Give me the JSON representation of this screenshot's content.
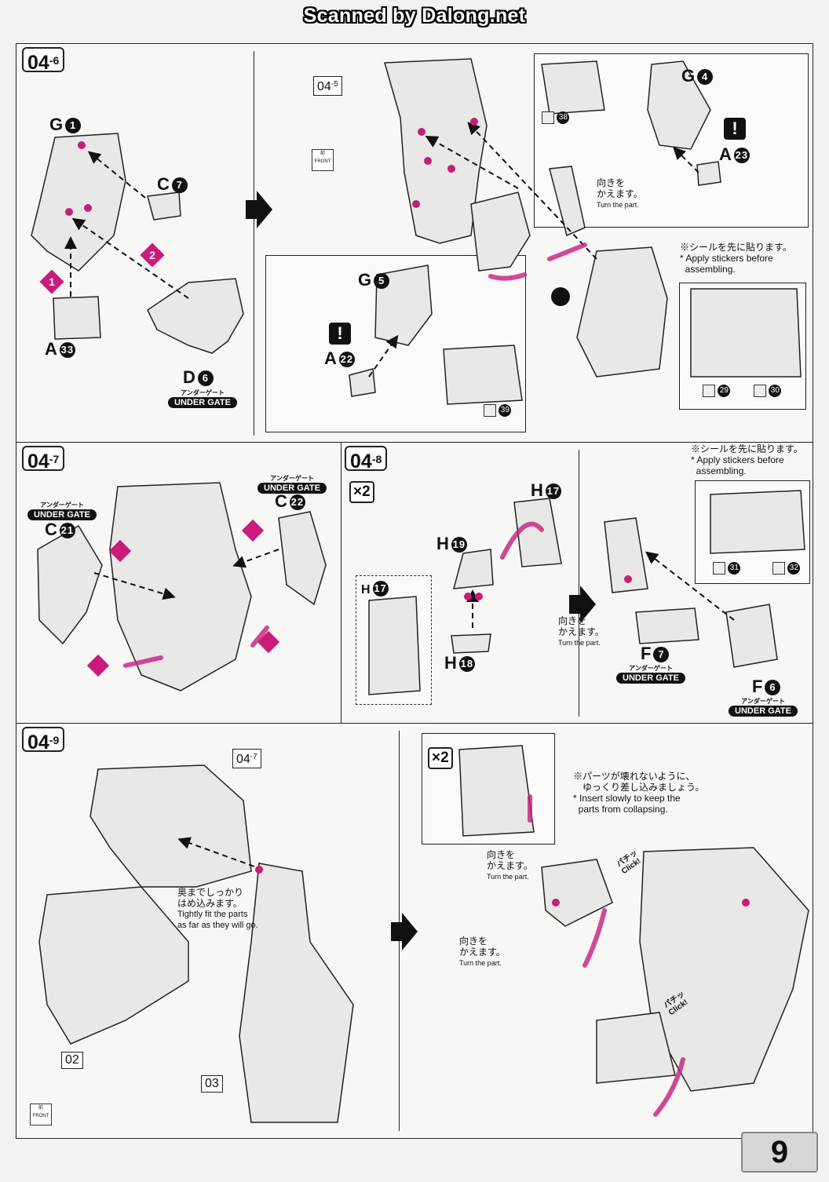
{
  "watermark": "Scanned by Dalong.net",
  "page_number": "9",
  "colors": {
    "accent": "#cc1a7a",
    "line": "#222222",
    "part": "#e8e8e6"
  },
  "s046": {
    "step": "04",
    "step_sub": "-6",
    "parts": {
      "g": {
        "letter": "G",
        "num": "1"
      },
      "c": {
        "letter": "C",
        "num": "7"
      },
      "a": {
        "letter": "A",
        "num": "33"
      },
      "d": {
        "letter": "D",
        "num": "6"
      }
    },
    "under_gate": {
      "jp": "アンダーゲート",
      "en": "UNDER GATE"
    },
    "order": [
      "1",
      "2"
    ]
  },
  "s045": {
    "ref_step": "04",
    "ref_sub": "-5",
    "front_icon": {
      "jp": "前",
      "en": "FRONT"
    },
    "parts": {
      "g4": {
        "letter": "G",
        "num": "4"
      },
      "a23": {
        "letter": "A",
        "num": "23"
      },
      "g5": {
        "letter": "G",
        "num": "5"
      },
      "a22": {
        "letter": "A",
        "num": "22"
      }
    },
    "turn": {
      "jp": "向きを\nかえます。",
      "en": "Turn the part."
    },
    "sticker_note": {
      "jp": "※シールを先に貼ります。",
      "en": "* Apply stickers before\n  assembling."
    },
    "stickers": [
      "38",
      "39",
      "29",
      "30"
    ]
  },
  "s047": {
    "step": "04",
    "step_sub": "-7",
    "parts": {
      "c21": {
        "letter": "C",
        "num": "21"
      },
      "c22": {
        "letter": "C",
        "num": "22"
      }
    },
    "under_gate": {
      "jp": "アンダーゲート",
      "en": "UNDER GATE"
    }
  },
  "s048": {
    "step": "04",
    "step_sub": "-8",
    "multiplier": "×2",
    "parts": {
      "h17": {
        "letter": "H",
        "num": "17"
      },
      "h19": {
        "letter": "H",
        "num": "19"
      },
      "h18": {
        "letter": "H",
        "num": "18"
      },
      "h17b": {
        "letter": "H",
        "num": "17"
      },
      "f7": {
        "letter": "F",
        "num": "7"
      },
      "f6": {
        "letter": "F",
        "num": "6"
      }
    },
    "turn": {
      "jp": "向きを\nかえます。",
      "en": "Turn the part."
    },
    "sticker_note": {
      "jp": "※シールを先に貼ります。",
      "en": "* Apply stickers before\n  assembling."
    },
    "stickers": [
      "31",
      "32"
    ],
    "under_gate": {
      "jp": "アンダーゲート",
      "en": "UNDER GATE"
    }
  },
  "s049": {
    "step": "04",
    "step_sub": "-9",
    "ref_step": "04",
    "ref_sub": "-7",
    "refs": [
      "02",
      "03"
    ],
    "fit_note": {
      "jp": "奥までしっかり\nはめ込みます。",
      "en": "Tightly fit the parts\nas far as they will go."
    },
    "multiplier": "×2",
    "insert_note": {
      "jp": "※パーツが壊れないように、\n　ゆっくり差し込みましょう。",
      "en": "* Insert slowly to keep the\n  parts from collapsing."
    },
    "turn": {
      "jp": "向きを\nかえます。",
      "en": "Turn the part."
    },
    "click": {
      "jp": "パチッ",
      "en": "Click!"
    },
    "front_icon": {
      "jp": "前",
      "en": "FRONT"
    }
  }
}
